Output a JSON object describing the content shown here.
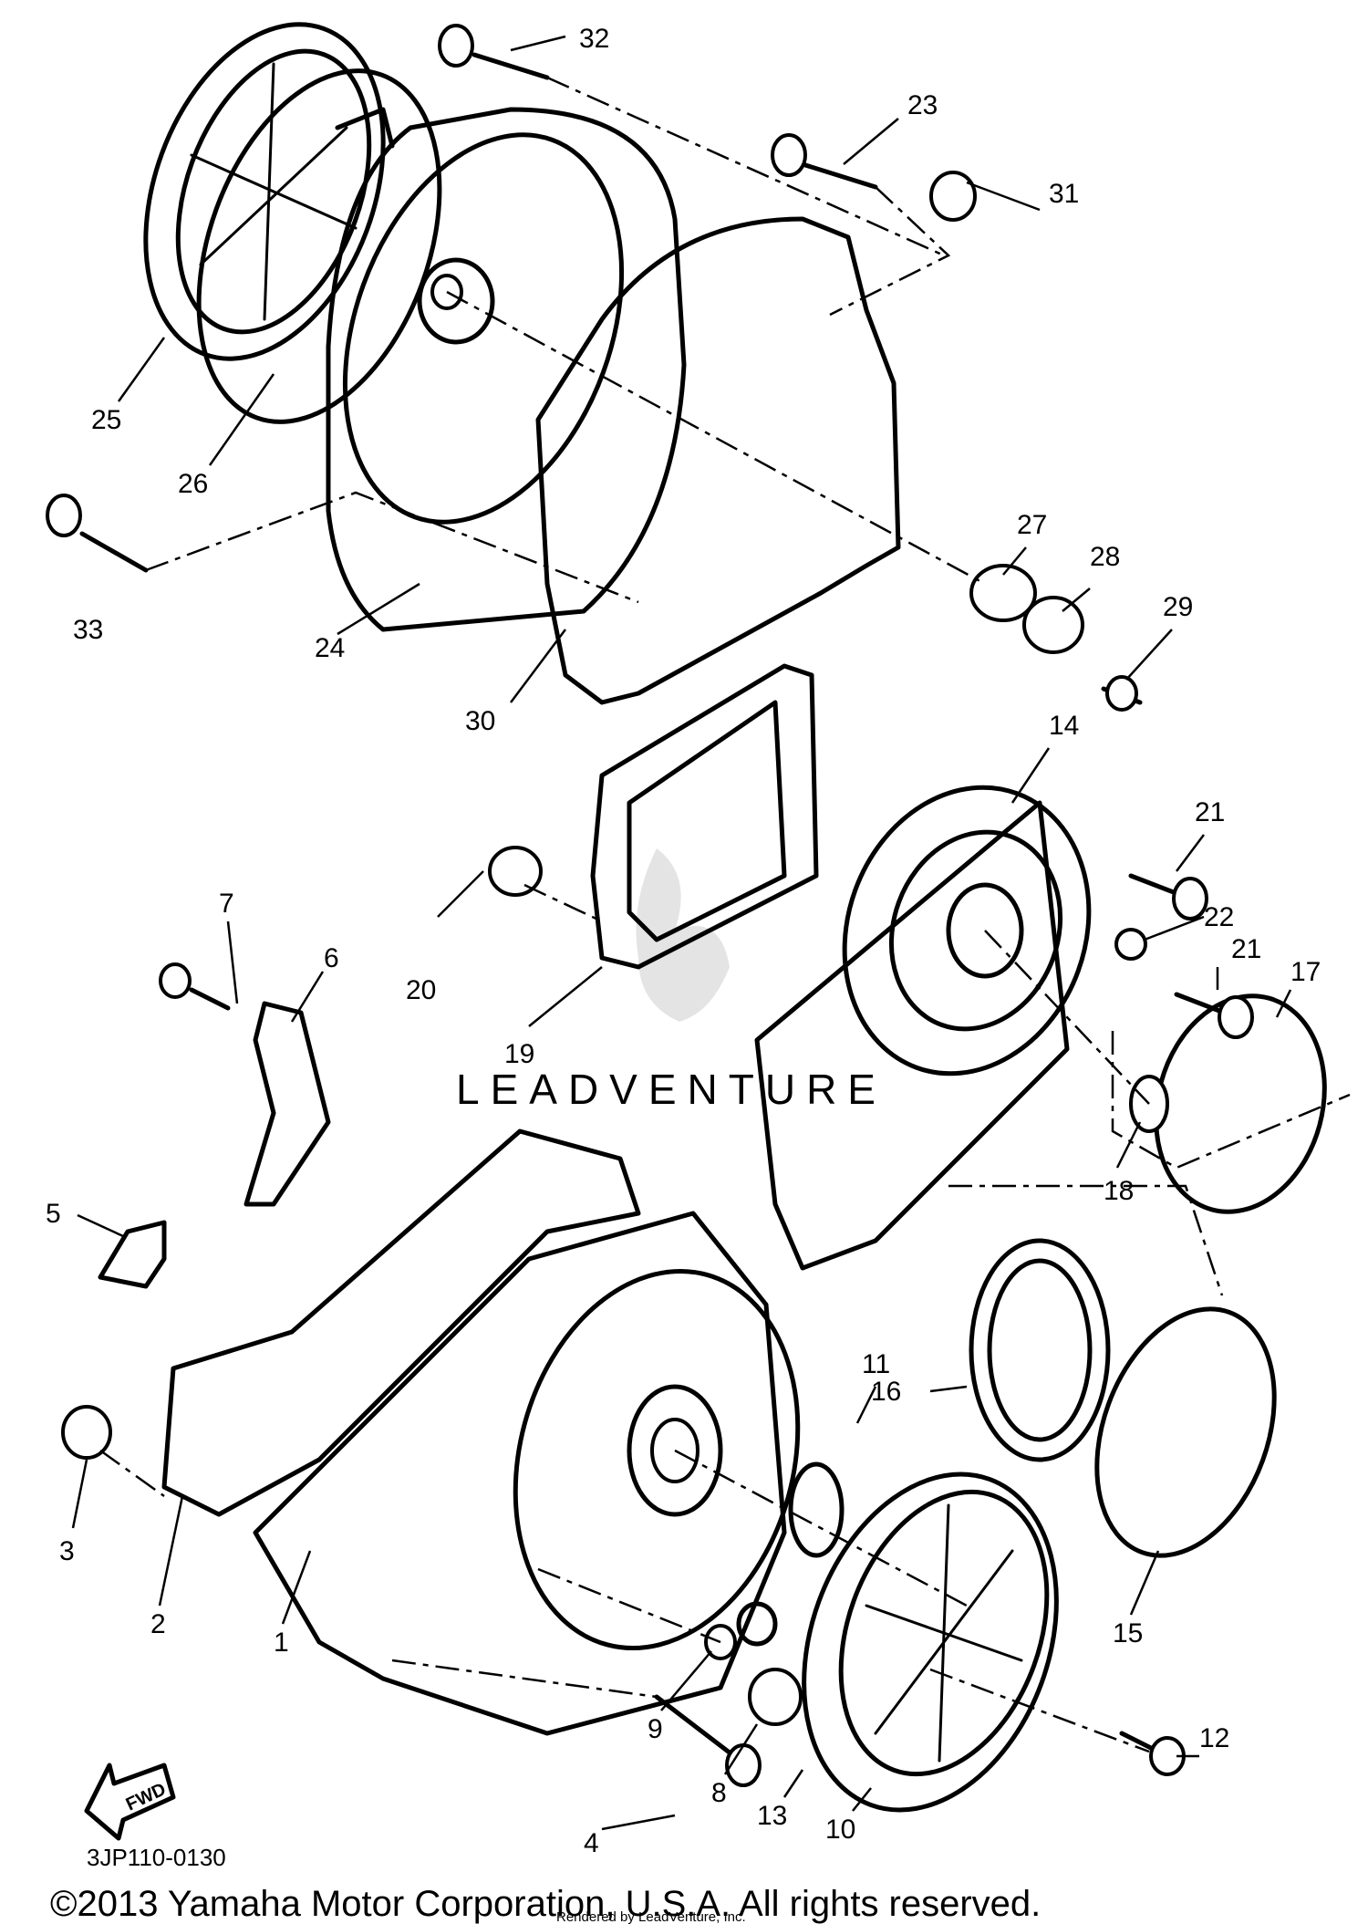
{
  "part_numbers": [
    "1",
    "2",
    "3",
    "4",
    "5",
    "6",
    "7",
    "8",
    "9",
    "10",
    "11",
    "12",
    "13",
    "14",
    "15",
    "16",
    "17",
    "18",
    "19",
    "20",
    "21",
    "21",
    "22",
    "23",
    "24",
    "25",
    "26",
    "27",
    "28",
    "29",
    "30",
    "31",
    "32",
    "33"
  ],
  "fwd_label": "FWD",
  "watermark": "LEADVENTURE",
  "diagram_code": "3JP110-0130",
  "copyright": "©2013 Yamaha Motor Corporation, U.S.A. All rights reserved.",
  "rendered_by": "Rendered by LeadVenture, Inc."
}
